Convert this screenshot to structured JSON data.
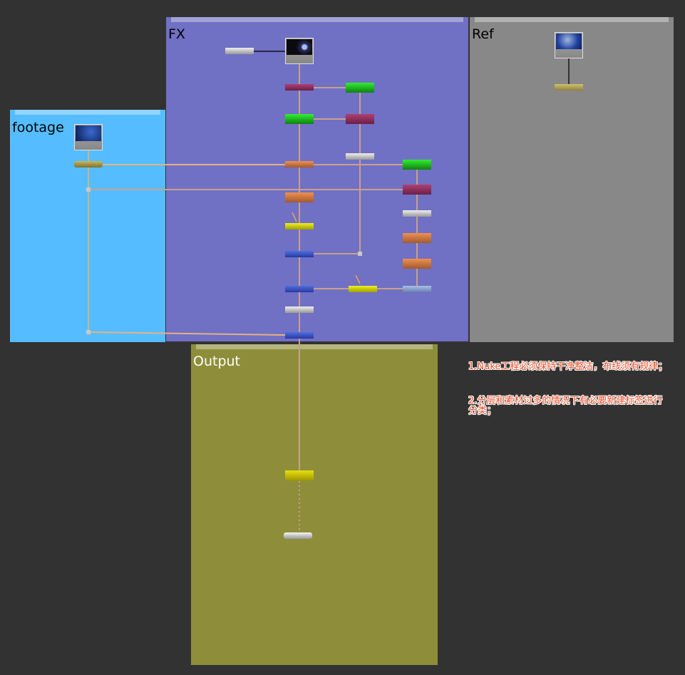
{
  "backdrops": {
    "fx": {
      "label": "FX",
      "color": "#7070c4"
    },
    "ref": {
      "label": "Ref",
      "color": "#888888"
    },
    "footage": {
      "label": "footage",
      "color": "#55bdff"
    },
    "output": {
      "label": "Output",
      "color": "#8e8e3a"
    }
  },
  "notes": {
    "note1": "1.Nuke工程必须保持干净整洁，布线须有规律；",
    "note2": "2.分层和素材过多的情况下有必要新建标签进行分类；"
  },
  "colors": {
    "wire": "#c8a08a",
    "arrow": "#f0a050",
    "green": "#22cc22",
    "maroon": "#8a3060",
    "orange": "#d07a40",
    "yellow": "#c8c010",
    "blue": "#3a50b8",
    "grey": "#c0c0c0",
    "lightblue": "#8aa8d8",
    "olive": "#a89a50",
    "note": "#e8502a"
  }
}
